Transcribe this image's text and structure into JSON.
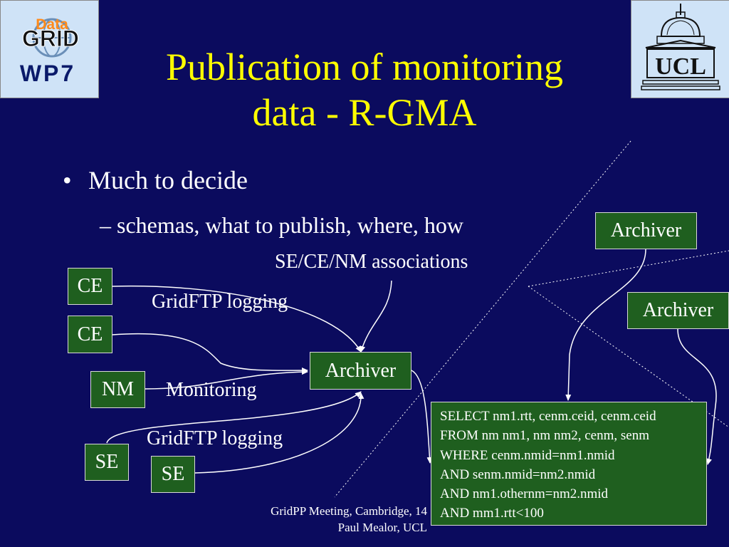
{
  "title_line1": "Publication of monitoring",
  "title_line2": "data - R-GMA",
  "bullet": "Much to decide",
  "bullet_marker": "•",
  "sub_bullet": "– schemas, what to publish, where, how",
  "left_logo": {
    "top": "Data",
    "middle": "GRID",
    "bottom": "WP7"
  },
  "right_logo": {
    "text": "UCL"
  },
  "nodes": {
    "ce1": "CE",
    "ce2": "CE",
    "nm": "NM",
    "se1": "SE",
    "se2": "SE",
    "archiver_center": "Archiver",
    "archiver_top": "Archiver",
    "archiver_right": "Archiver"
  },
  "labels": {
    "associations": "SE/CE/NM associations",
    "gridftp1": "GridFTP logging",
    "monitoring": "Monitoring",
    "gridftp2": "GridFTP logging"
  },
  "sql": [
    "SELECT nm1.rtt, cenm.ceid, cenm.ceid",
    "FROM nm nm1, nm nm2, cenm, senm",
    "WHERE cenm.nmid=nm1.nmid",
    "AND senm.nmid=nm2.nmid",
    "AND nm1.othernm=nm2.nmid",
    "AND mm1.rtt<100"
  ],
  "footer_line1": "GridPP Meeting, Cambridge, 14",
  "footer_line2": "Paul Mealor, UCL"
}
